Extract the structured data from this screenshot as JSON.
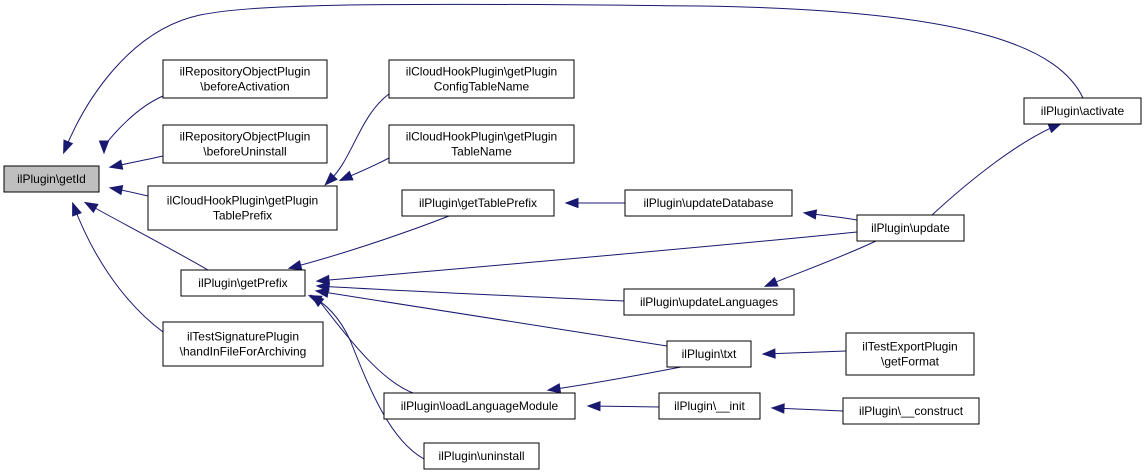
{
  "colors": {
    "edge": "#191970",
    "root_fill": "#bfbfbf"
  },
  "nodes": [
    {
      "id": "getId",
      "lines": [
        "ilPlugin\\getId"
      ],
      "root": true
    },
    {
      "id": "repoBeforeActivation",
      "lines": [
        "ilRepositoryObjectPlugin",
        "\\beforeActivation"
      ]
    },
    {
      "id": "repoBeforeUninstall",
      "lines": [
        "ilRepositoryObjectPlugin",
        "\\beforeUninstall"
      ]
    },
    {
      "id": "cloudTablePrefix",
      "lines": [
        "ilCloudHookPlugin\\getPlugin",
        "TablePrefix"
      ]
    },
    {
      "id": "getPrefix",
      "lines": [
        "ilPlugin\\getPrefix"
      ]
    },
    {
      "id": "testSigArchive",
      "lines": [
        "ilTestSignaturePlugin",
        "\\handInFileForArchiving"
      ]
    },
    {
      "id": "cloudConfigTable",
      "lines": [
        "ilCloudHookPlugin\\getPlugin",
        "ConfigTableName"
      ]
    },
    {
      "id": "cloudTableName",
      "lines": [
        "ilCloudHookPlugin\\getPlugin",
        "TableName"
      ]
    },
    {
      "id": "getTablePrefix",
      "lines": [
        "ilPlugin\\getTablePrefix"
      ]
    },
    {
      "id": "loadLanguageModule",
      "lines": [
        "ilPlugin\\loadLanguageModule"
      ]
    },
    {
      "id": "uninstall",
      "lines": [
        "ilPlugin\\uninstall"
      ]
    },
    {
      "id": "updateDatabase",
      "lines": [
        "ilPlugin\\updateDatabase"
      ]
    },
    {
      "id": "updateLanguages",
      "lines": [
        "ilPlugin\\updateLanguages"
      ]
    },
    {
      "id": "txt",
      "lines": [
        "ilPlugin\\txt"
      ]
    },
    {
      "id": "init",
      "lines": [
        "ilPlugin\\__init"
      ]
    },
    {
      "id": "update",
      "lines": [
        "ilPlugin\\update"
      ]
    },
    {
      "id": "testExportFormat",
      "lines": [
        "ilTestExportPlugin",
        "\\getFormat"
      ]
    },
    {
      "id": "construct",
      "lines": [
        "ilPlugin\\__construct"
      ]
    },
    {
      "id": "activate",
      "lines": [
        "ilPlugin\\activate"
      ]
    }
  ],
  "edges": [
    {
      "from": "repoBeforeActivation",
      "to": "getId"
    },
    {
      "from": "repoBeforeUninstall",
      "to": "getId"
    },
    {
      "from": "cloudTablePrefix",
      "to": "getId"
    },
    {
      "from": "getPrefix",
      "to": "getId"
    },
    {
      "from": "testSigArchive",
      "to": "getId"
    },
    {
      "from": "activate",
      "to": "getId"
    },
    {
      "from": "cloudConfigTable",
      "to": "cloudTablePrefix"
    },
    {
      "from": "cloudTableName",
      "to": "cloudTablePrefix"
    },
    {
      "from": "getTablePrefix",
      "to": "getPrefix"
    },
    {
      "from": "update",
      "to": "getPrefix"
    },
    {
      "from": "updateLanguages",
      "to": "getPrefix"
    },
    {
      "from": "txt",
      "to": "getPrefix"
    },
    {
      "from": "loadLanguageModule",
      "to": "getPrefix"
    },
    {
      "from": "uninstall",
      "to": "getPrefix"
    },
    {
      "from": "updateDatabase",
      "to": "getTablePrefix"
    },
    {
      "from": "update",
      "to": "updateDatabase"
    },
    {
      "from": "update",
      "to": "updateLanguages"
    },
    {
      "from": "txt",
      "to": "loadLanguageModule"
    },
    {
      "from": "init",
      "to": "loadLanguageModule"
    },
    {
      "from": "testExportFormat",
      "to": "txt"
    },
    {
      "from": "construct",
      "to": "init"
    },
    {
      "from": "update",
      "to": "activate"
    }
  ]
}
